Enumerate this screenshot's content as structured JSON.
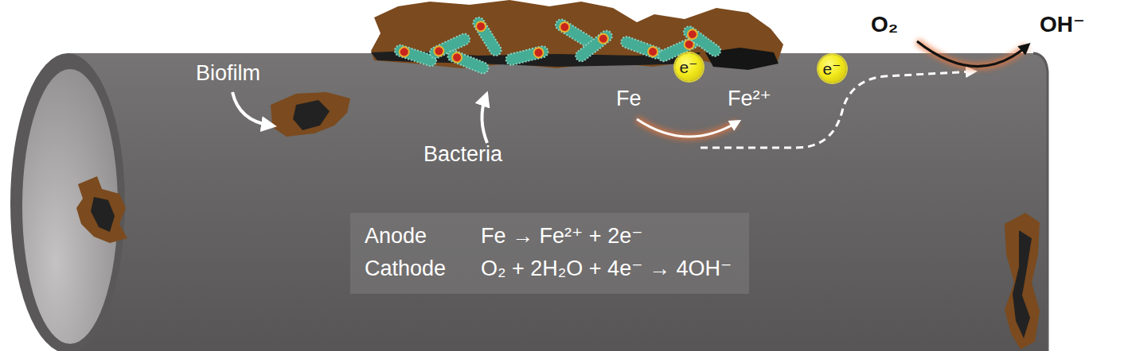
{
  "diagram": {
    "nodes": [
      {
        "text": [
          "e⁻"
        ]
      },
      {
        "text": [
          "e⁻"
        ]
      },
      {
        "text": [
          "Anode",
          "Fe → Fe²⁺ + 2e⁻",
          "Cathode",
          "O₂ + 2H₂O + 4e⁻ → 4OH⁻"
        ]
      }
    ],
    "labels": [
      "O₂",
      "OH⁻",
      "Biofilm",
      "Bacteria",
      "Fe",
      "Fe²⁺"
    ]
  }
}
